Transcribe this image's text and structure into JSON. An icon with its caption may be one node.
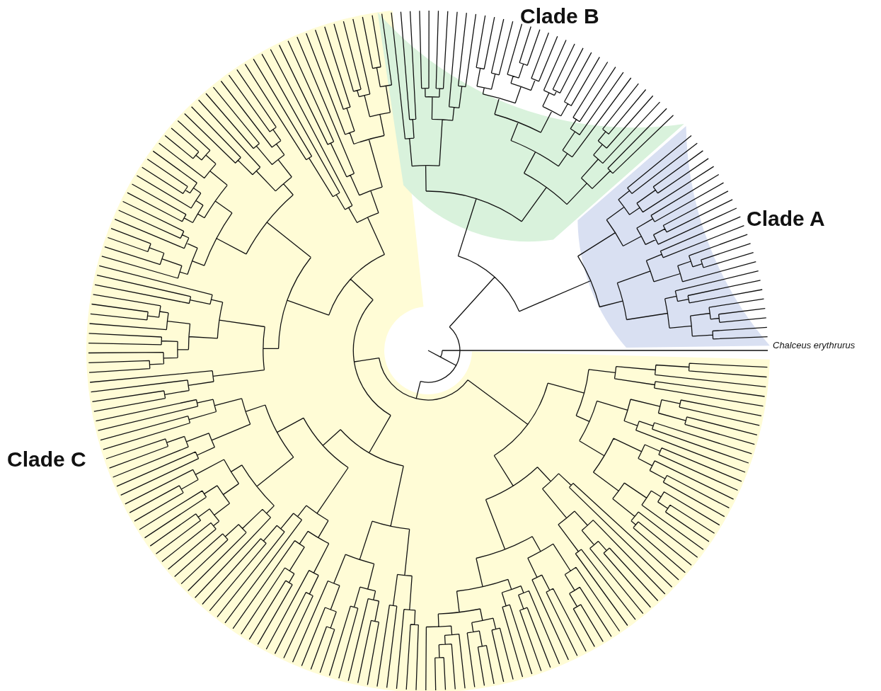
{
  "diagram": {
    "labels": [
      "Clade B",
      "Clade A",
      "Chalceus erythrurus",
      "Clade C"
    ]
  }
}
